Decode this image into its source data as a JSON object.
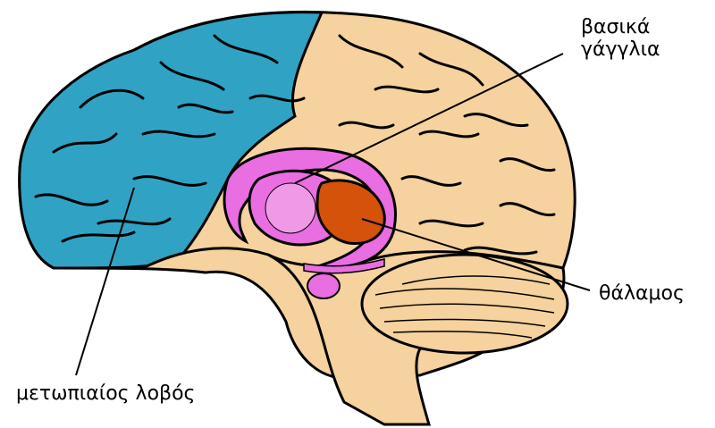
{
  "labels": {
    "basal_ganglia_line1": "βασικά",
    "basal_ganglia_line2": "γάγγλια",
    "thalamus": "θάλαμος",
    "frontal_lobe": "μετωπιαίος λοβός"
  },
  "colors": {
    "brain": "#f5d29e",
    "frontal_lobe": "#30a3c4",
    "basal_ganglia_outer": "#e96ee1",
    "basal_ganglia_inner": "#f099e6",
    "thalamus": "#d4520a",
    "outline": "#000000"
  }
}
